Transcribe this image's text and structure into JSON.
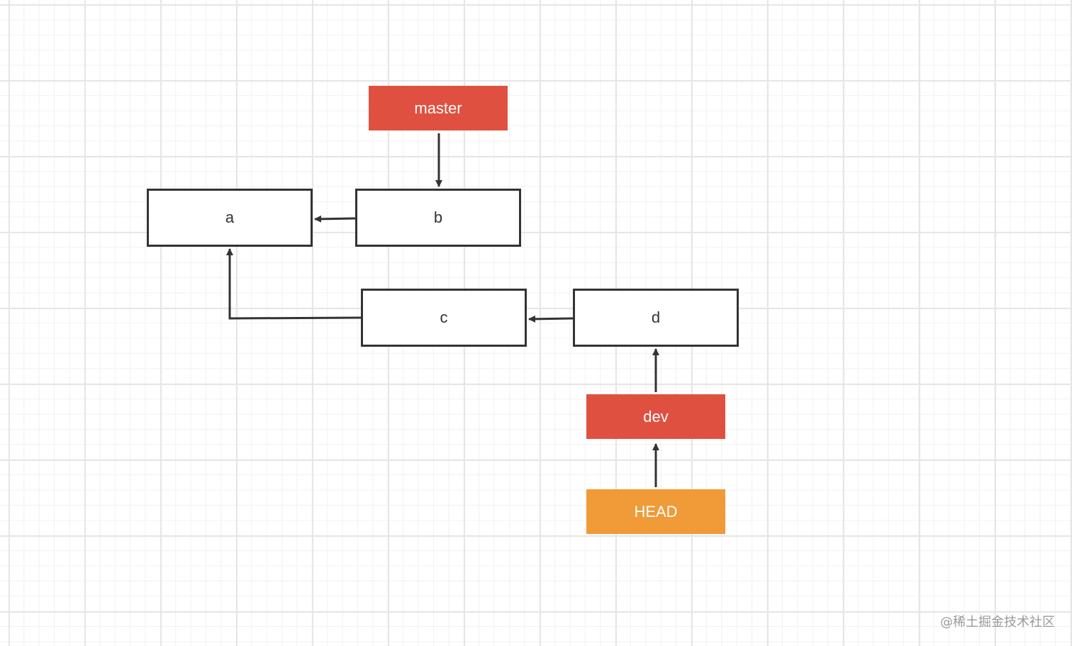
{
  "colors": {
    "branch": "#e05040",
    "head": "#f09a38",
    "edge": "#333333"
  },
  "nodes": {
    "master": {
      "label": "master",
      "type": "branch"
    },
    "a": {
      "label": "a",
      "type": "commit"
    },
    "b": {
      "label": "b",
      "type": "commit"
    },
    "c": {
      "label": "c",
      "type": "commit"
    },
    "d": {
      "label": "d",
      "type": "commit"
    },
    "dev": {
      "label": "dev",
      "type": "branch"
    },
    "head": {
      "label": "HEAD",
      "type": "head"
    }
  },
  "edges": [
    {
      "from": "master",
      "to": "b"
    },
    {
      "from": "b",
      "to": "a"
    },
    {
      "from": "c",
      "to": "a"
    },
    {
      "from": "d",
      "to": "c"
    },
    {
      "from": "dev",
      "to": "d"
    },
    {
      "from": "head",
      "to": "dev"
    }
  ],
  "watermark": "@稀土掘金技术社区"
}
